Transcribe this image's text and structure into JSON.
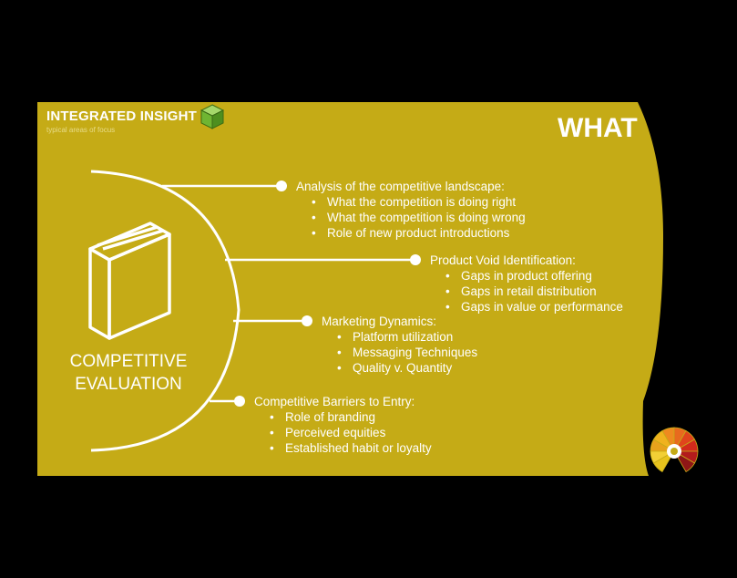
{
  "brand": {
    "title": "INTEGRATED INSIGHT",
    "subtitle": "typical areas of focus"
  },
  "heading": "WHAT",
  "center": {
    "line1": "COMPETITIVE",
    "line2": "EVALUATION"
  },
  "sections": [
    {
      "title": "Analysis of the competitive landscape:",
      "items": [
        "What the competition is doing right",
        "What the competition is doing wrong",
        "Role of new product introductions"
      ]
    },
    {
      "title": "Product Void Identification:",
      "items": [
        "Gaps in product offering",
        "Gaps in retail distribution",
        "Gaps in value or performance"
      ]
    },
    {
      "title": "Marketing Dynamics:",
      "items": [
        "Platform utilization",
        "Messaging Techniques",
        "Quality v. Quantity"
      ]
    },
    {
      "title": "Competitive Barriers to Entry:",
      "items": [
        "Role of branding",
        "Perceived equities",
        "Established habit or loyalty"
      ]
    }
  ],
  "colors": {
    "background": "#000000",
    "panel": "#c5ab16",
    "text": "#ffffff",
    "cube": "#7ac143"
  },
  "icons": {
    "logo": "green-cube-icon",
    "center": "book-icon",
    "nav": "segment-wheel-icon"
  }
}
